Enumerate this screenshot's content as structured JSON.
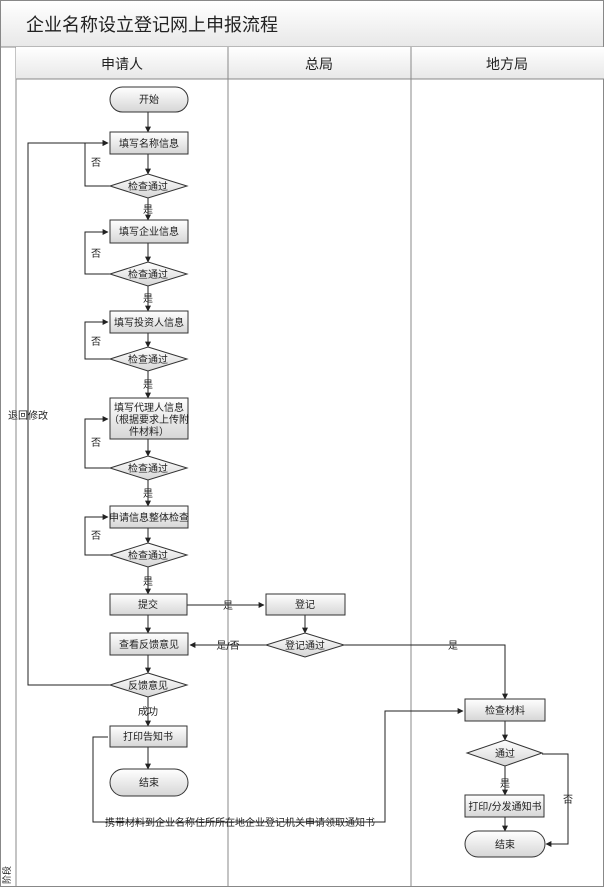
{
  "title": "企业名称设立登记网上申报流程",
  "phase_label": "阶段",
  "lanes": [
    "申请人",
    "总局",
    "地方局"
  ],
  "nodes": {
    "start": "开始",
    "fill_name": "填写名称信息",
    "check1": "检查通过",
    "fill_company": "填写企业信息",
    "check2": "检查通过",
    "fill_investor": "填写投资人信息",
    "check3": "检查通过",
    "fill_agent_l1": "填写代理人信息",
    "fill_agent_l2": "（根据要求上传附",
    "fill_agent_l3": "件材料）",
    "check4": "检查通过",
    "overall_check": "申请信息整体检查",
    "check5": "检查通过",
    "submit": "提交",
    "register": "登记",
    "register_pass": "登记通过",
    "view_feedback": "查看反馈意见",
    "feedback": "反馈意见",
    "print_notice": "打印告知书",
    "end_applicant": "结束",
    "check_materials": "检查材料",
    "pass": "通过",
    "print_notice2": "打印/分发通知书",
    "end_local": "结束"
  },
  "edges": {
    "yes": "是",
    "no": "否",
    "yes_no": "是/否",
    "success": "成功",
    "return_modify": "退回修改",
    "carry_materials": "携带材料到企业名称住所所在地企业登记机关申请领取通知书"
  }
}
